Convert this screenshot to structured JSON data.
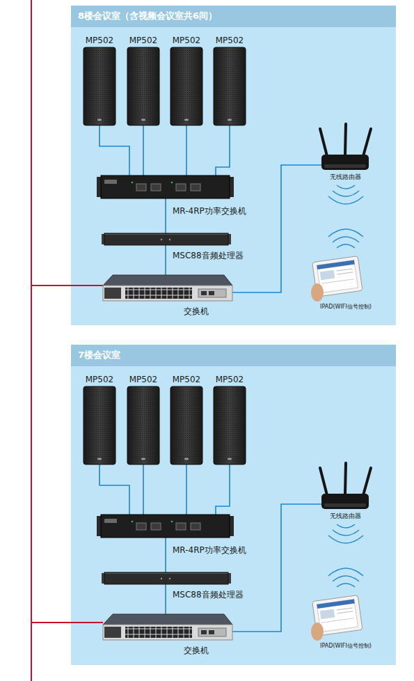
{
  "diagram": {
    "nodes": [
      {
        "text": [
          "8楼会议室（含视频会议室共6间）"
        ]
      },
      {
        "text": [
          "MP502"
        ],
        "in": 0
      },
      {
        "text": [
          "MP502"
        ],
        "in": 0
      },
      {
        "text": [
          "MP502"
        ],
        "in": 0
      },
      {
        "text": [
          "MP502"
        ],
        "in": 0
      },
      {
        "text": [
          "MR-4RP功率交换机"
        ],
        "in": 0
      },
      {
        "text": [
          "MSC88音频处理器"
        ],
        "in": 0
      },
      {
        "text": [
          "交换机"
        ],
        "in": 0
      },
      {
        "text": [
          "无线路由器"
        ],
        "in": 0
      },
      {
        "text": [
          "IPAD(WIFI信号控制)"
        ],
        "in": 0
      },
      {
        "text": [
          "7楼会议室"
        ]
      },
      {
        "text": [
          "MP502"
        ],
        "in": 10
      },
      {
        "text": [
          "MP502"
        ],
        "in": 10
      },
      {
        "text": [
          "MP502"
        ],
        "in": 10
      },
      {
        "text": [
          "MP502"
        ],
        "in": 10
      },
      {
        "text": [
          "MR-4RP功率交换机"
        ],
        "in": 10
      },
      {
        "text": [
          "MSC88音频处理器"
        ],
        "in": 10
      },
      {
        "text": [
          "交换机"
        ],
        "in": 10
      },
      {
        "text": [
          "无线路由器"
        ],
        "in": 10
      },
      {
        "text": [
          "IPAD(WIFI信号控制)"
        ],
        "in": 10
      }
    ],
    "edges": [
      {
        "from": 1,
        "to": 5,
        "arrow": "none"
      },
      {
        "from": 2,
        "to": 5,
        "arrow": "none"
      },
      {
        "from": 3,
        "to": 5,
        "arrow": "none"
      },
      {
        "from": 4,
        "to": 5,
        "arrow": "none"
      },
      {
        "from": 5,
        "to": 6,
        "arrow": "none"
      },
      {
        "from": 6,
        "to": 7,
        "arrow": "none"
      },
      {
        "from": 7,
        "to": 8,
        "arrow": "none"
      },
      {
        "from": 11,
        "to": 15,
        "arrow": "none"
      },
      {
        "from": 12,
        "to": 15,
        "arrow": "none"
      },
      {
        "from": 13,
        "to": 15,
        "arrow": "none"
      },
      {
        "from": 14,
        "to": 15,
        "arrow": "none"
      },
      {
        "from": 15,
        "to": 16,
        "arrow": "none"
      },
      {
        "from": 16,
        "to": 17,
        "arrow": "none"
      },
      {
        "from": 17,
        "to": 18,
        "arrow": "none"
      },
      {
        "from": 7,
        "to": 17,
        "arrow": "none"
      }
    ]
  }
}
